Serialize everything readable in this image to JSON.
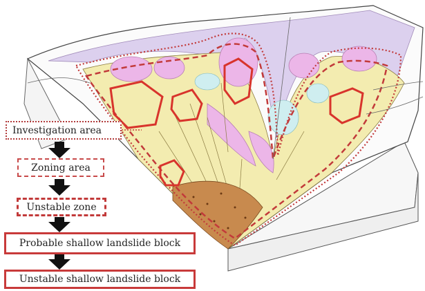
{
  "flow": {
    "investigation_area": "Investigation area",
    "zoning_area": "Zoning area",
    "unstable_zone": "Unstable zone",
    "probable_block": "Probable shallow landslide block",
    "unstable_block": "Unstable shallow landslide block"
  },
  "colors": {
    "dotted_boundary": "#c23a3a",
    "dashed_boundary": "#c23a3a",
    "solid_block": "#d8342c",
    "pink_zone": "#e9b4e6",
    "lavender_ridge": "#d9ccec",
    "yellow_slope": "#f3ecb0",
    "brown_deposit": "#c88a4e",
    "cyan_patch": "#cfeef0"
  }
}
